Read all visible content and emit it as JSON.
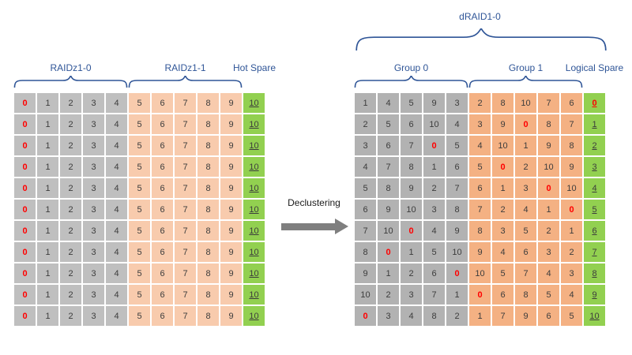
{
  "colors": {
    "left_gray": "#bfbfbf",
    "left_orange": "#f8cbad",
    "left_green": "#92d050",
    "right_gray": "#b2b2b2",
    "right_orange": "#f4b183",
    "right_green": "#92d050",
    "red_text": "#ff0000",
    "label_blue": "#2f5597",
    "arrow_gray": "#7f7f7f"
  },
  "arrow": {
    "label": "Declustering"
  },
  "left_table": {
    "section_labels": [
      {
        "label": "RAIDz1-0",
        "columns": 5
      },
      {
        "label": "RAIDz1-1",
        "columns": 5
      },
      {
        "label": "Hot Spare",
        "columns": 1
      }
    ],
    "rows": [
      [
        0,
        1,
        2,
        3,
        4,
        5,
        6,
        7,
        8,
        9,
        10
      ],
      [
        0,
        1,
        2,
        3,
        4,
        5,
        6,
        7,
        8,
        9,
        10
      ],
      [
        0,
        1,
        2,
        3,
        4,
        5,
        6,
        7,
        8,
        9,
        10
      ],
      [
        0,
        1,
        2,
        3,
        4,
        5,
        6,
        7,
        8,
        9,
        10
      ],
      [
        0,
        1,
        2,
        3,
        4,
        5,
        6,
        7,
        8,
        9,
        10
      ],
      [
        0,
        1,
        2,
        3,
        4,
        5,
        6,
        7,
        8,
        9,
        10
      ],
      [
        0,
        1,
        2,
        3,
        4,
        5,
        6,
        7,
        8,
        9,
        10
      ],
      [
        0,
        1,
        2,
        3,
        4,
        5,
        6,
        7,
        8,
        9,
        10
      ],
      [
        0,
        1,
        2,
        3,
        4,
        5,
        6,
        7,
        8,
        9,
        10
      ],
      [
        0,
        1,
        2,
        3,
        4,
        5,
        6,
        7,
        8,
        9,
        10
      ],
      [
        0,
        1,
        2,
        3,
        4,
        5,
        6,
        7,
        8,
        9,
        10
      ]
    ]
  },
  "right_table": {
    "title": "dRAID1-0",
    "section_labels": [
      {
        "label": "Group 0",
        "columns": 5
      },
      {
        "label": "Group 1",
        "columns": 5
      },
      {
        "label": "Logical Spare",
        "columns": 1
      }
    ],
    "rows": [
      [
        1,
        4,
        5,
        9,
        3,
        2,
        8,
        10,
        7,
        6,
        0
      ],
      [
        2,
        5,
        6,
        10,
        4,
        3,
        9,
        0,
        8,
        7,
        1
      ],
      [
        3,
        6,
        7,
        0,
        5,
        4,
        10,
        1,
        9,
        8,
        2
      ],
      [
        4,
        7,
        8,
        1,
        6,
        5,
        0,
        2,
        10,
        9,
        3
      ],
      [
        5,
        8,
        9,
        2,
        7,
        6,
        1,
        3,
        0,
        10,
        4
      ],
      [
        6,
        9,
        10,
        3,
        8,
        7,
        2,
        4,
        1,
        0,
        5
      ],
      [
        7,
        10,
        0,
        4,
        9,
        8,
        3,
        5,
        2,
        1,
        6
      ],
      [
        8,
        0,
        1,
        5,
        10,
        9,
        4,
        6,
        3,
        2,
        7
      ],
      [
        9,
        1,
        2,
        6,
        0,
        10,
        5,
        7,
        4,
        3,
        8
      ],
      [
        10,
        2,
        3,
        7,
        1,
        0,
        6,
        8,
        5,
        4,
        9
      ],
      [
        0,
        3,
        4,
        8,
        2,
        1,
        7,
        9,
        6,
        5,
        10
      ]
    ]
  }
}
